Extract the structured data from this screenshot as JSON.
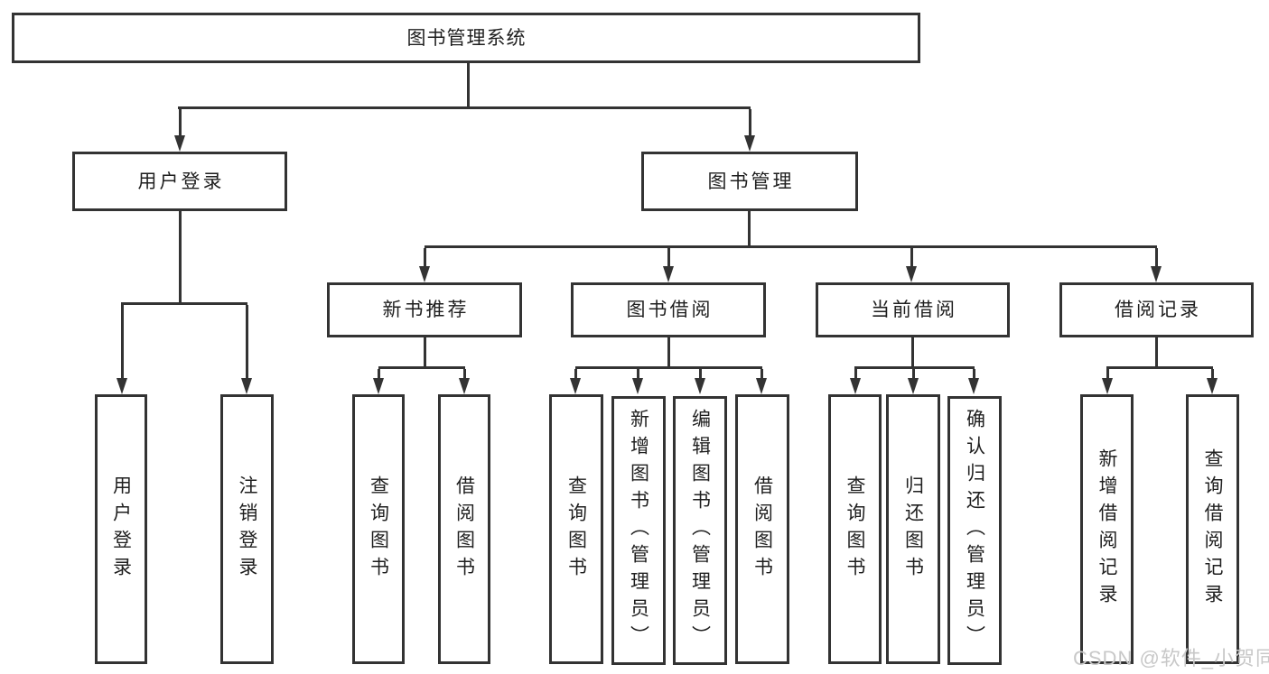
{
  "diagram": {
    "root": {
      "label": "图书管理系统"
    },
    "branches": [
      {
        "label": "用户登录",
        "children": [
          {
            "label": "用户登录"
          },
          {
            "label": "注销登录"
          }
        ]
      },
      {
        "label": "图书管理",
        "children": [
          {
            "label": "新书推荐",
            "children": [
              {
                "label": "查询图书"
              },
              {
                "label": "借阅图书"
              }
            ]
          },
          {
            "label": "图书借阅",
            "children": [
              {
                "label": "查询图书"
              },
              {
                "label": "新增图书（管理员）"
              },
              {
                "label": "编辑图书（管理员）"
              },
              {
                "label": "借阅图书"
              }
            ]
          },
          {
            "label": "当前借阅",
            "children": [
              {
                "label": "查询图书"
              },
              {
                "label": "归还图书"
              },
              {
                "label": "确认归还（管理员）"
              }
            ]
          },
          {
            "label": "借阅记录",
            "children": [
              {
                "label": "新增借阅记录"
              },
              {
                "label": "查询借阅记录"
              }
            ]
          }
        ]
      }
    ]
  },
  "watermark": {
    "text": "CSDN @软件_小贺同学"
  },
  "colors": {
    "line": "#333333",
    "text": "#1f1f1f",
    "background": "#ffffff",
    "watermark": "#c8c8c8"
  }
}
